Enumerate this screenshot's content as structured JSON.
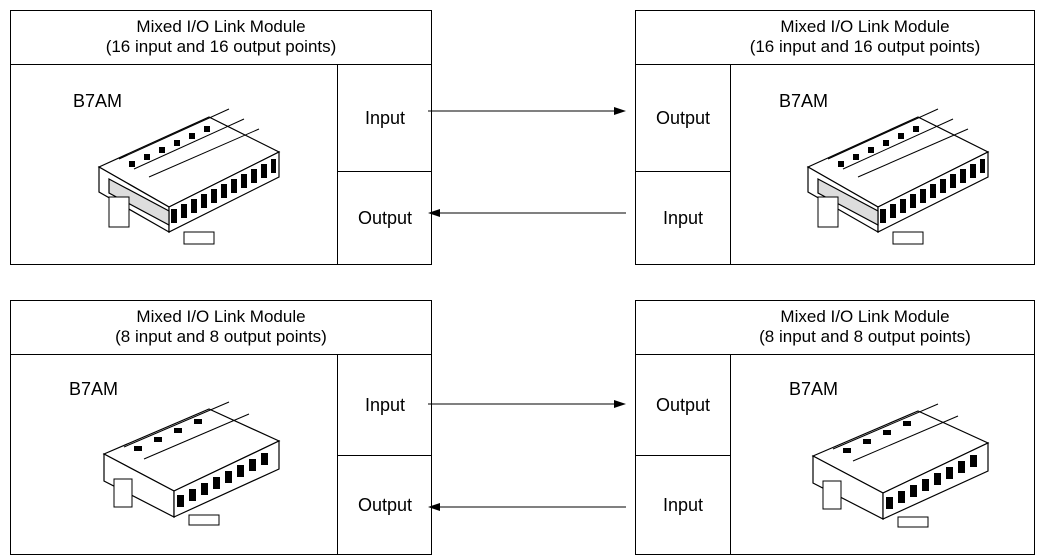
{
  "diagrams": [
    {
      "left": {
        "title_line1": "Mixed I/O Link Module",
        "title_line2": "(16 input and 16 output points)",
        "model": "B7AM",
        "top_cell": "Input",
        "bottom_cell": "Output"
      },
      "right": {
        "title_line1": "Mixed I/O Link Module",
        "title_line2": "(16 input and 16 output points)",
        "model": "B7AM",
        "top_cell": "Output",
        "bottom_cell": "Input"
      }
    },
    {
      "left": {
        "title_line1": "Mixed I/O Link Module",
        "title_line2": "(8 input and 8 output points)",
        "model": "B7AM",
        "top_cell": "Input",
        "bottom_cell": "Output"
      },
      "right": {
        "title_line1": "Mixed I/O Link Module",
        "title_line2": "(8 input and 8 output points)",
        "model": "B7AM",
        "top_cell": "Output",
        "bottom_cell": "Input"
      }
    }
  ]
}
